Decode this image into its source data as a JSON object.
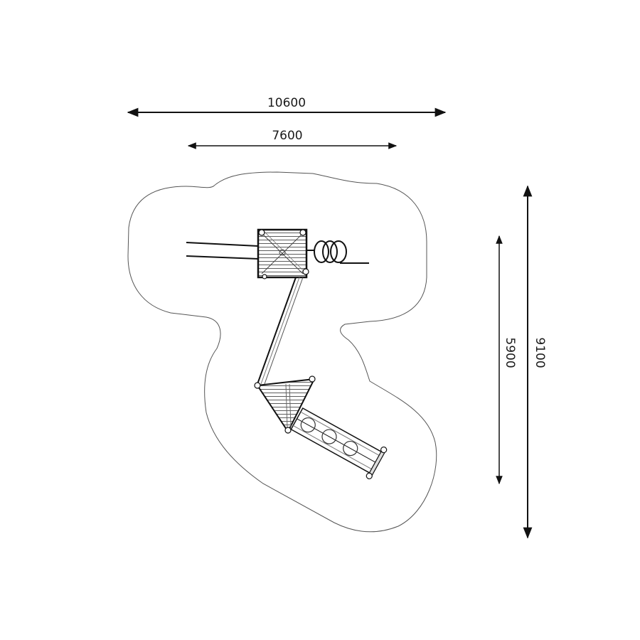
{
  "dimensions": {
    "overall_width": "10600",
    "structure_width": "7600",
    "structure_depth": "5900",
    "overall_depth": "9100"
  },
  "colors": {
    "line": "#111111",
    "outline": "#555555",
    "background": "#ffffff"
  }
}
